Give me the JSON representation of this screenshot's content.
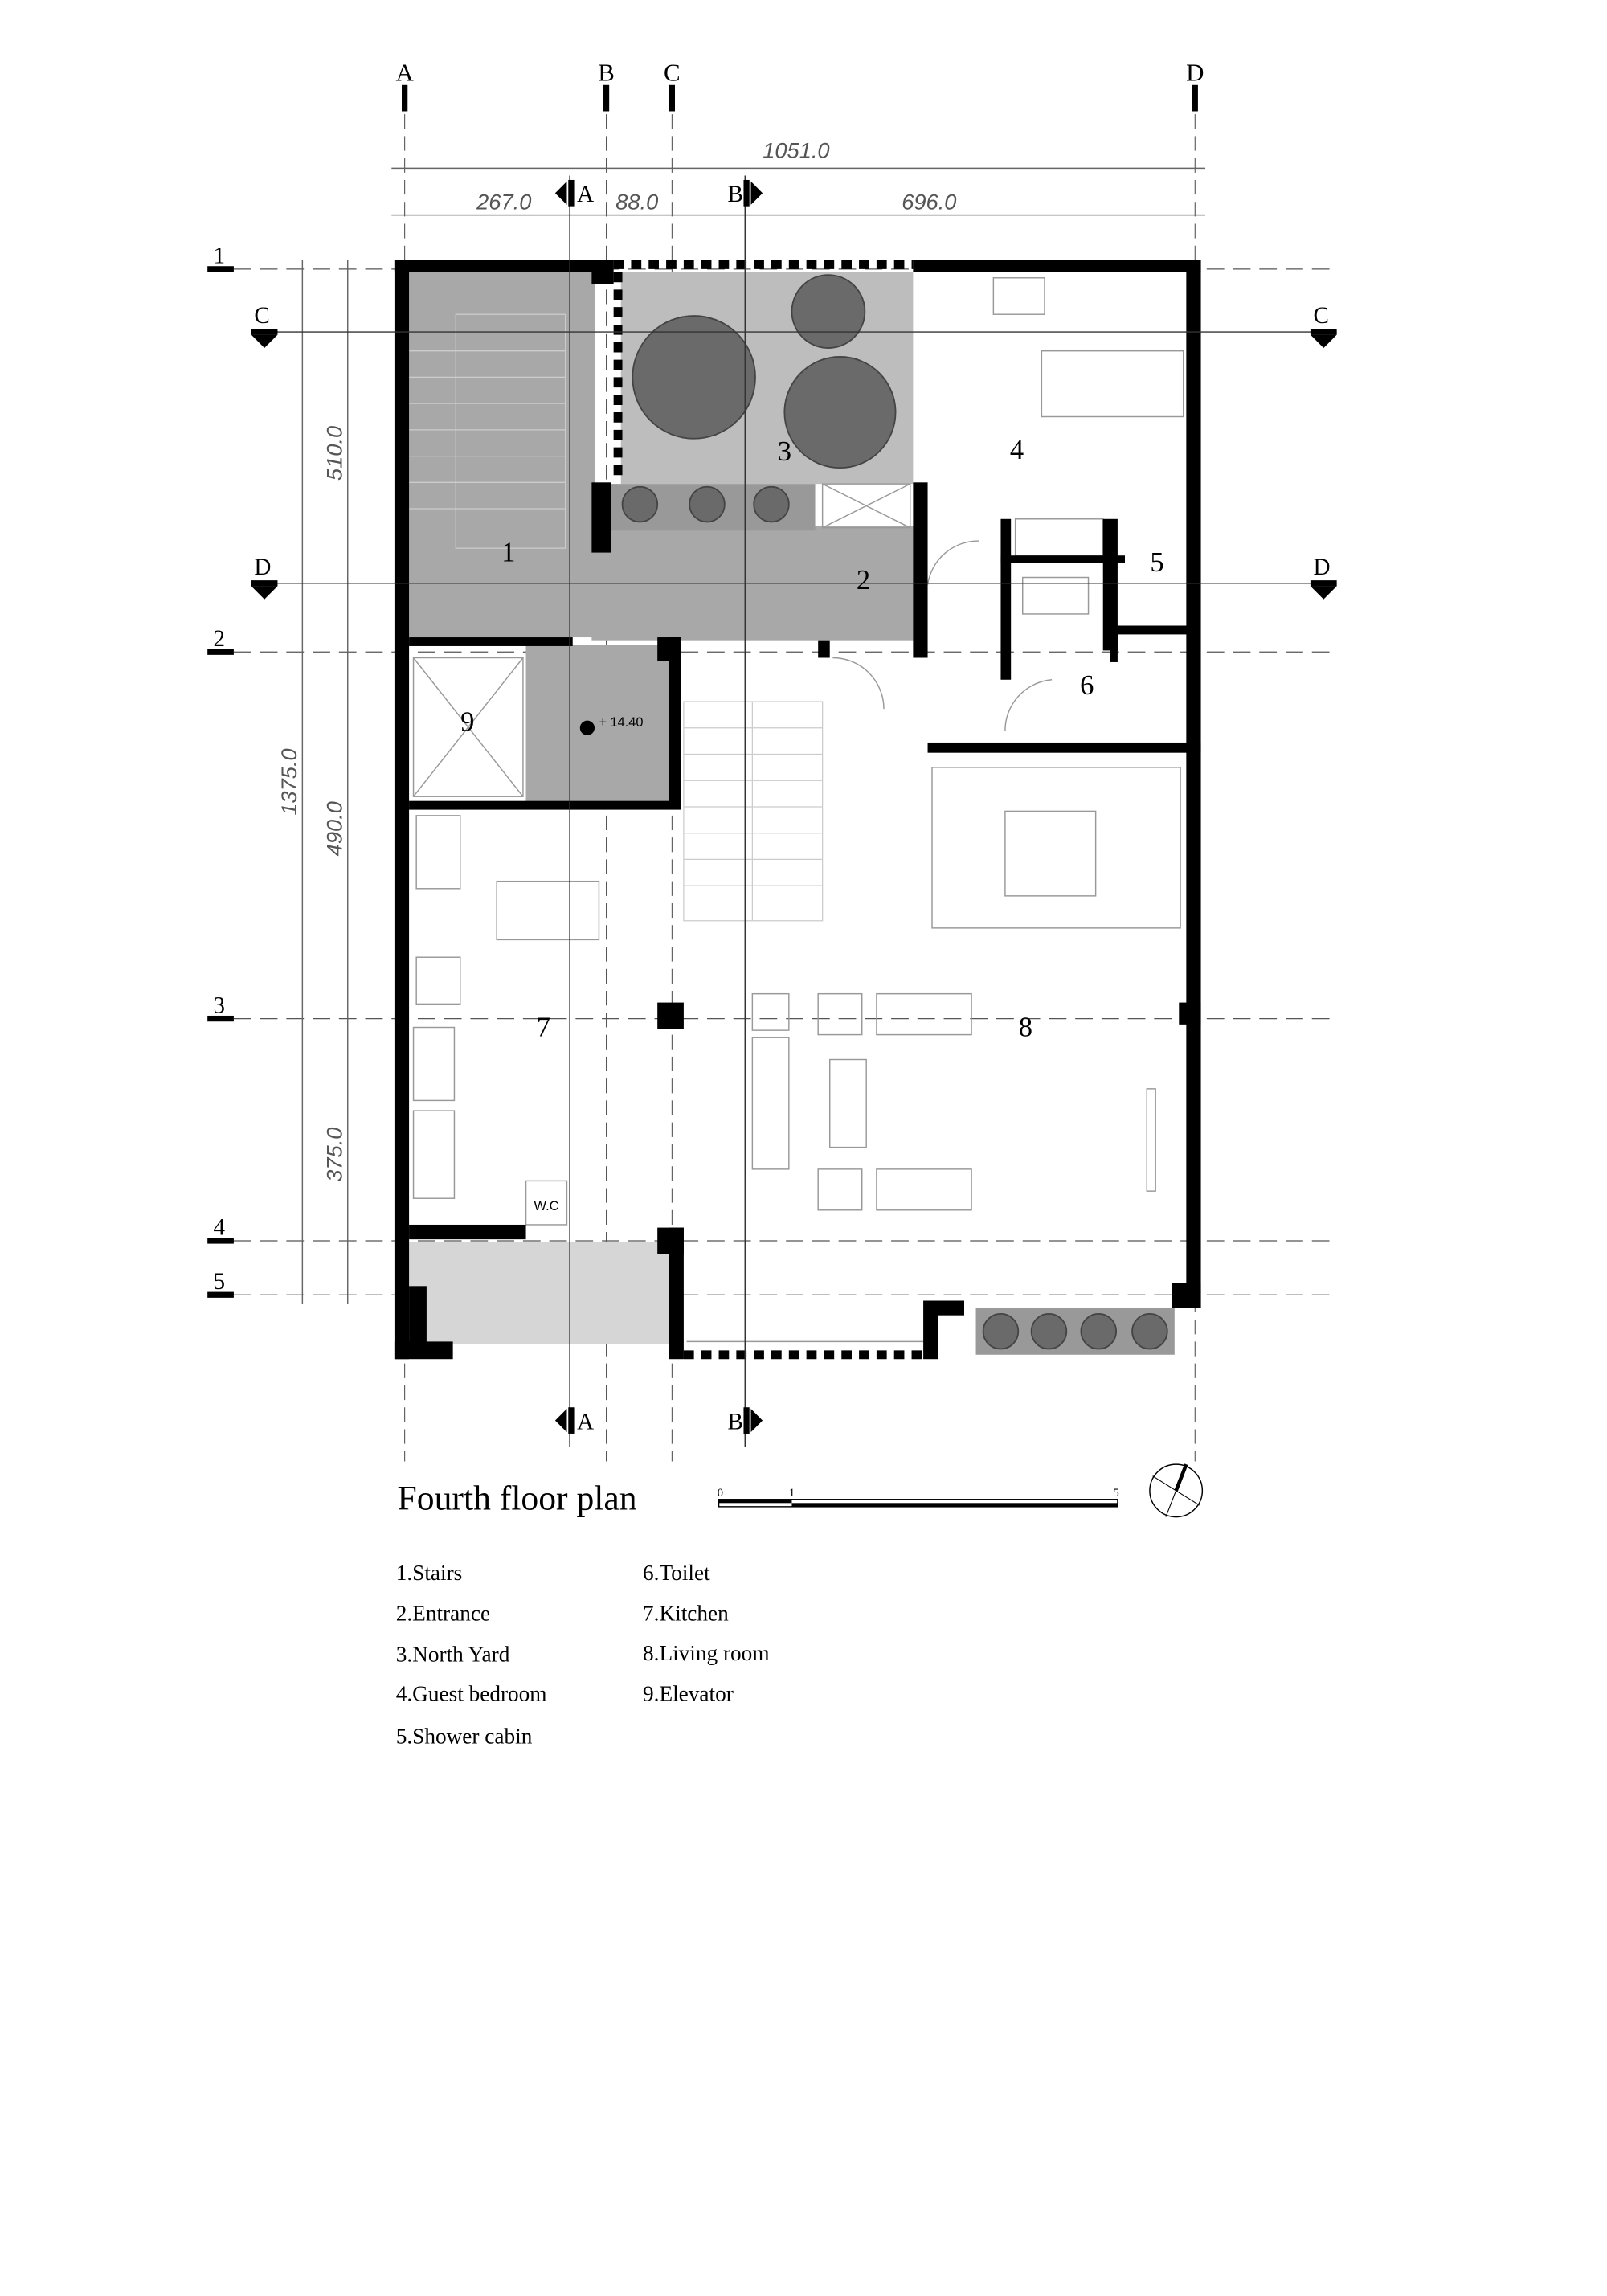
{
  "title": "Fourth floor plan",
  "grid_columns": [
    "A",
    "B",
    "C",
    "D"
  ],
  "grid_rows": [
    "1",
    "2",
    "3",
    "4",
    "5"
  ],
  "dimensions": {
    "total_width": "1051.0",
    "w1": "267.0",
    "w2": "88.0",
    "w3": "696.0",
    "total_depth": "1375.0",
    "d1": "510.0",
    "d2": "490.0",
    "d3": "375.0"
  },
  "sections": {
    "a": "A",
    "b": "B",
    "c": "C",
    "d": "D"
  },
  "elevation": "+ 14.40",
  "wc_label": "W.C",
  "room_numbers": {
    "r1": "1",
    "r2": "2",
    "r3": "3",
    "r4": "4",
    "r5": "5",
    "r6": "6",
    "r7": "7",
    "r8": "8",
    "r9": "9"
  },
  "scale_bar": {
    "t0": "0",
    "t1": "1",
    "t5": "5"
  },
  "legend": [
    "1.Stairs",
    "2.Entrance",
    "3.North Yard",
    "4.Guest bedroom",
    "5.Shower cabin",
    "6.Toilet",
    "7.Kitchen",
    "8.Living room",
    "9.Elevator"
  ],
  "colors": {
    "wall": "#000000",
    "stair_floor": "#a8a8a8",
    "yard": "#bdbdbd",
    "balcony": "#d6d6d6",
    "tree": "#6a6a6a"
  }
}
